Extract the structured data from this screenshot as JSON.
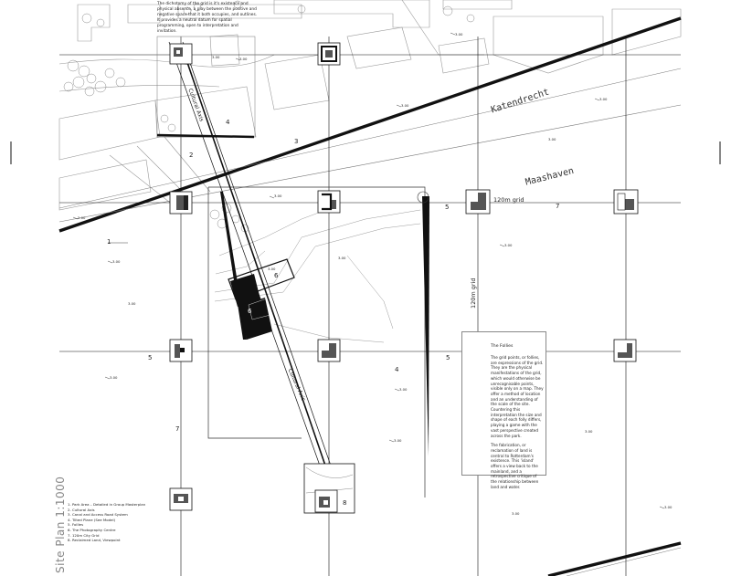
{
  "intro_text": "The dichotomy of the grid is it's existence and physical absence, a play between the positive and negative space that it both occupies, and outlines. It provides a neutral datum for spatial programming, open to interpretation and invitation.",
  "streets": {
    "katendrecht": "Katendrecht",
    "maashaven": "Maashaven"
  },
  "grid_labels": {
    "horizontal": "120m grid",
    "vertical": "120m grid"
  },
  "axis_labels": [
    "Cultural Axis",
    "Cultural Axis"
  ],
  "numbers": [
    "4",
    "3",
    "2",
    "1",
    "5",
    "6",
    "7",
    "5",
    "4",
    "5",
    "7",
    "8",
    "6"
  ],
  "levels": [
    "3.00",
    "3.00",
    "3.00",
    "3.00",
    "3.00",
    "3.00",
    "3.00",
    "2.00",
    "3.00",
    "3.00",
    "3.00",
    "3.00",
    "3.00",
    "3.00",
    "3.00",
    "3.00",
    "3.00",
    "3.00",
    "3.00"
  ],
  "follies": {
    "title": "The Follies",
    "para1": "The grid points, or follies, are expressions of the grid. They are the physical manifestations of the grid, which would otherwise be unrecognisable points, visible only on a map. They offer a method of location and an understanding of the scale of the site. Countering this interpretation the size and shape of each folly differs, playing a game with the vast perspective created across the park.",
    "para2": "The fabrication, or reclamation of land is central to Rotterdam's existence. This 'island' offers a view back to the mainland, and a retrospective critique of the relationship between land and water."
  },
  "legend": [
    "1. Park Area – Detailed in Group Masterplan",
    "2. Cultural Axis",
    "3. Canal and Access Road System",
    "4. Tilted Plane (See Model)",
    "5. Follies",
    "6. The Photography Centre",
    "7. 120m City Grid",
    "8. Reclaimed Land, Viewpoint"
  ],
  "title": "Site Plan 1:1000",
  "colors": {
    "ink": "#111111",
    "linework": "#8a8a8a",
    "fill": "#555555"
  }
}
